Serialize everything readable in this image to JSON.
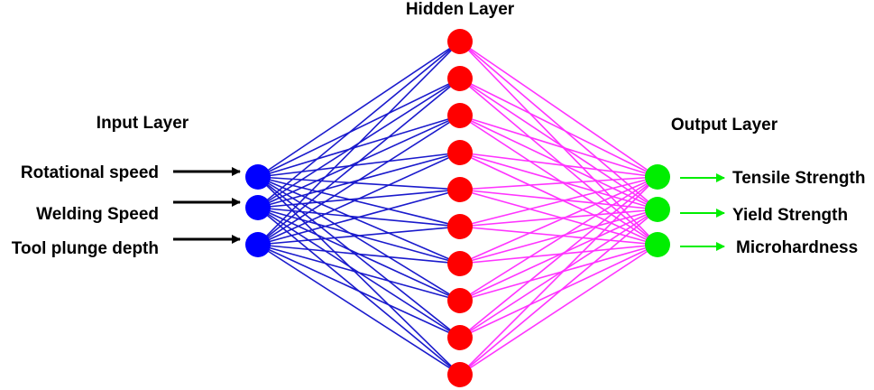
{
  "titles": {
    "input": "Input Layer",
    "hidden": "Hidden Layer",
    "output": "Output Layer"
  },
  "inputs": [
    "Rotational speed",
    "Welding Speed",
    "Tool plunge depth"
  ],
  "outputs": [
    "Tensile Strength",
    "Yield Strength",
    "Microhardness"
  ],
  "hidden_count": 10,
  "colors": {
    "input_node": "#0000ff",
    "hidden_node": "#ff0000",
    "output_node": "#00ee00",
    "input_hidden_edge": "#1a1acc",
    "hidden_output_edge": "#ff33ff",
    "input_arrow": "#000000",
    "output_arrow": "#00ee00"
  }
}
